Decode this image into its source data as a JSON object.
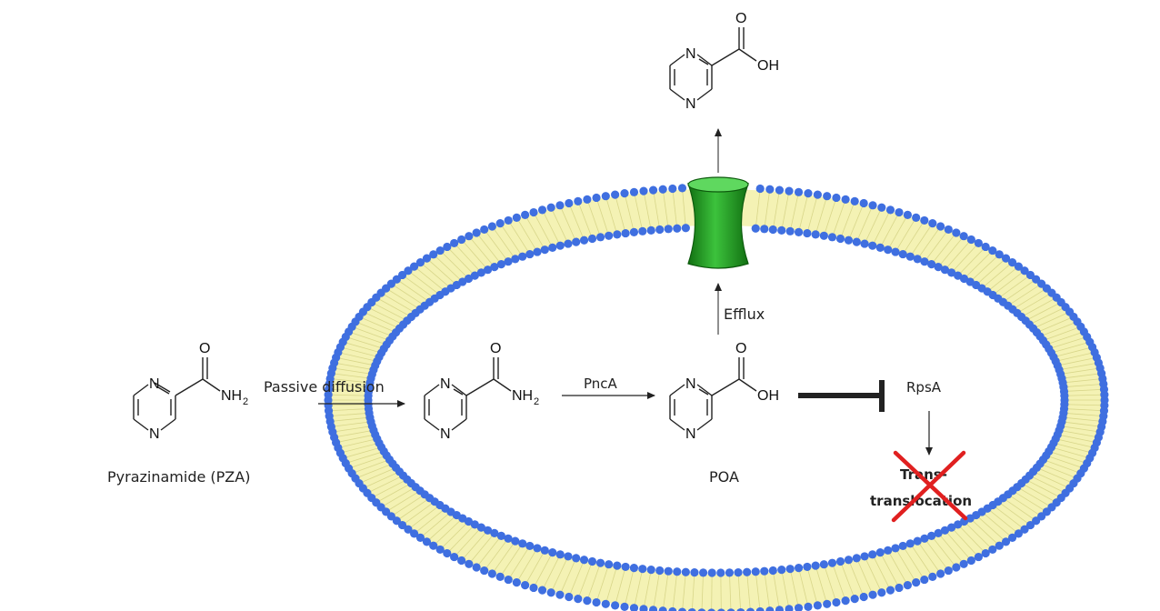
{
  "labels": {
    "pza_caption": "Pyrazinamide (PZA)",
    "passive_diffusion": "Passive diffusion",
    "pnca": "PncA",
    "efflux": "Efflux",
    "poa_caption": "POA",
    "rpsa": "RpsA",
    "trans_line1": "Trans-",
    "trans_line2": "translocation"
  },
  "atoms": {
    "n": "N",
    "o": "O",
    "oh": "OH",
    "nh2_base": "NH",
    "nh2_sub": "2"
  },
  "colors": {
    "membrane_head": "#3f6fe0",
    "membrane_tail": "#f2f0a8",
    "channel": "#25a025",
    "inhibit_cross": "#e02020",
    "arrow": "#222222"
  },
  "icons": {
    "channel": "efflux-pump-channel-icon",
    "cross": "red-x-icon"
  }
}
